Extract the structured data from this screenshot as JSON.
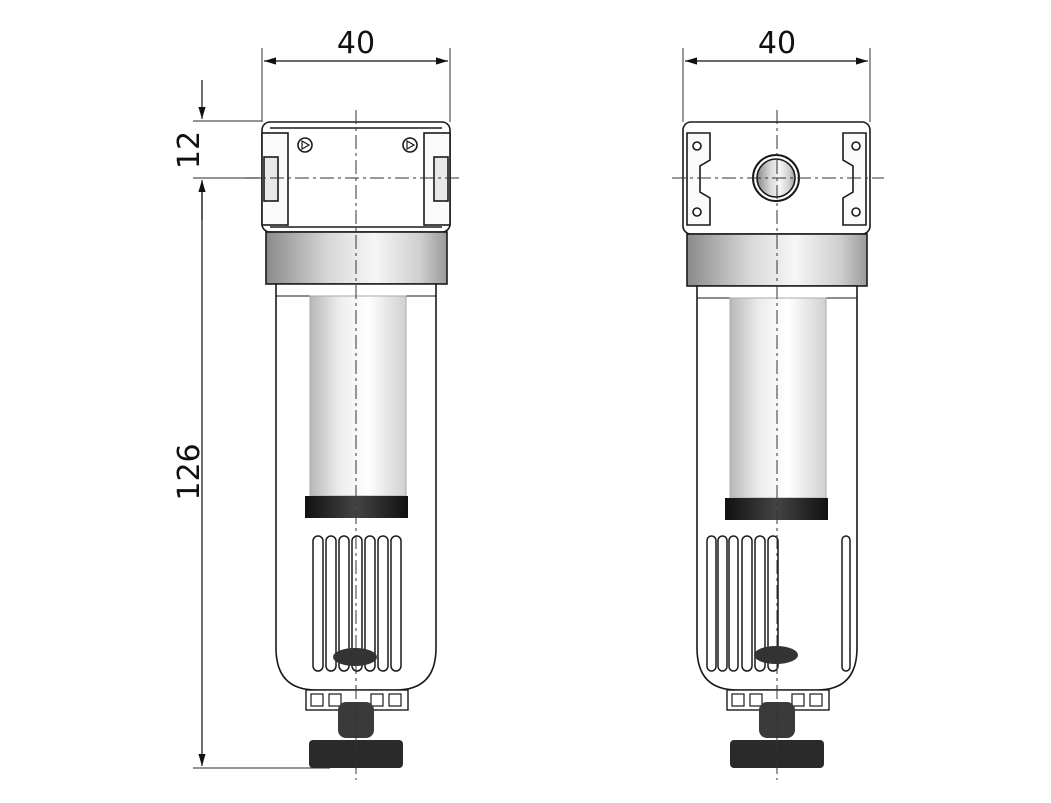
{
  "drawing": {
    "left_view": {
      "width_dimension": "40",
      "top_dimension": "12",
      "height_dimension": "126"
    },
    "right_view": {
      "width_dimension": "40"
    }
  },
  "colors": {
    "line": "#1a1a1a",
    "dim_line": "#555555",
    "body_fill": "#ffffff",
    "band_dark": "#222222",
    "knob": "#2a2a2a"
  }
}
